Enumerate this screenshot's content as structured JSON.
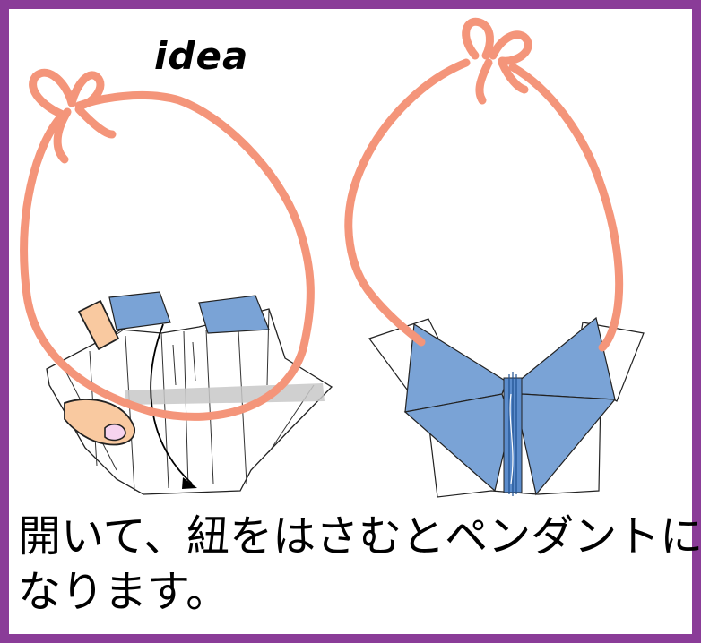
{
  "title": "idea",
  "caption": {
    "line1": "開いて、紐をはさむとペンダントに",
    "line2": "なります。"
  },
  "colors": {
    "frame": "#8a3c98",
    "cord": "#f4957a",
    "paper_blue": "#7aa3d6",
    "finger": "#f9c9a0"
  }
}
